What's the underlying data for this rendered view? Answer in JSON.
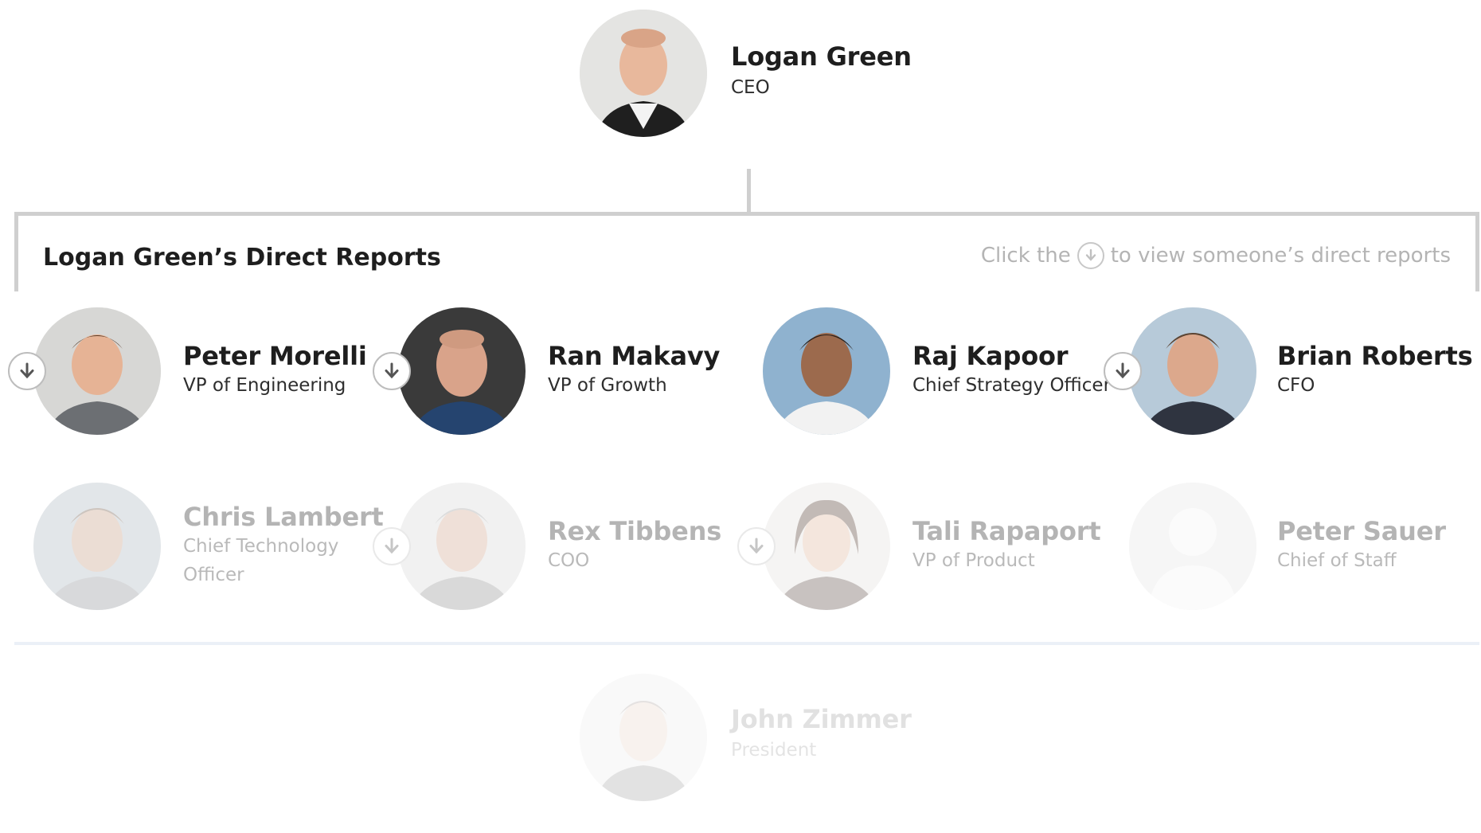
{
  "ceo": {
    "name": "Logan Green",
    "title": "CEO"
  },
  "section": {
    "title": "Logan Green’s Direct Reports",
    "hint_prefix": "Click the",
    "hint_suffix": "to view someone’s direct reports",
    "hint_icon": "arrow-down-circle-icon"
  },
  "reports": [
    {
      "name": "Peter Morelli",
      "title": "VP of Engineering",
      "has_reports": true
    },
    {
      "name": "Ran Makavy",
      "title": "VP of Growth",
      "has_reports": true
    },
    {
      "name": "Raj Kapoor",
      "title": "Chief Strategy Officer",
      "has_reports": false
    },
    {
      "name": "Brian Roberts",
      "title": "CFO",
      "has_reports": true
    },
    {
      "name": "Chris Lambert",
      "title": "Chief Technology Officer",
      "has_reports": false
    },
    {
      "name": "Rex Tibbens",
      "title": "COO",
      "has_reports": true
    },
    {
      "name": "Tali Rapaport",
      "title": "VP of Product",
      "has_reports": true
    },
    {
      "name": "Peter Sauer",
      "title": "Chief of Staff",
      "has_reports": false
    }
  ],
  "next_exec": {
    "name": "John Zimmer",
    "title": "President"
  },
  "colors": {
    "connector": "#cfcfcf",
    "hint_text": "#b4b4b4",
    "text_dark": "#1e1e1e"
  }
}
